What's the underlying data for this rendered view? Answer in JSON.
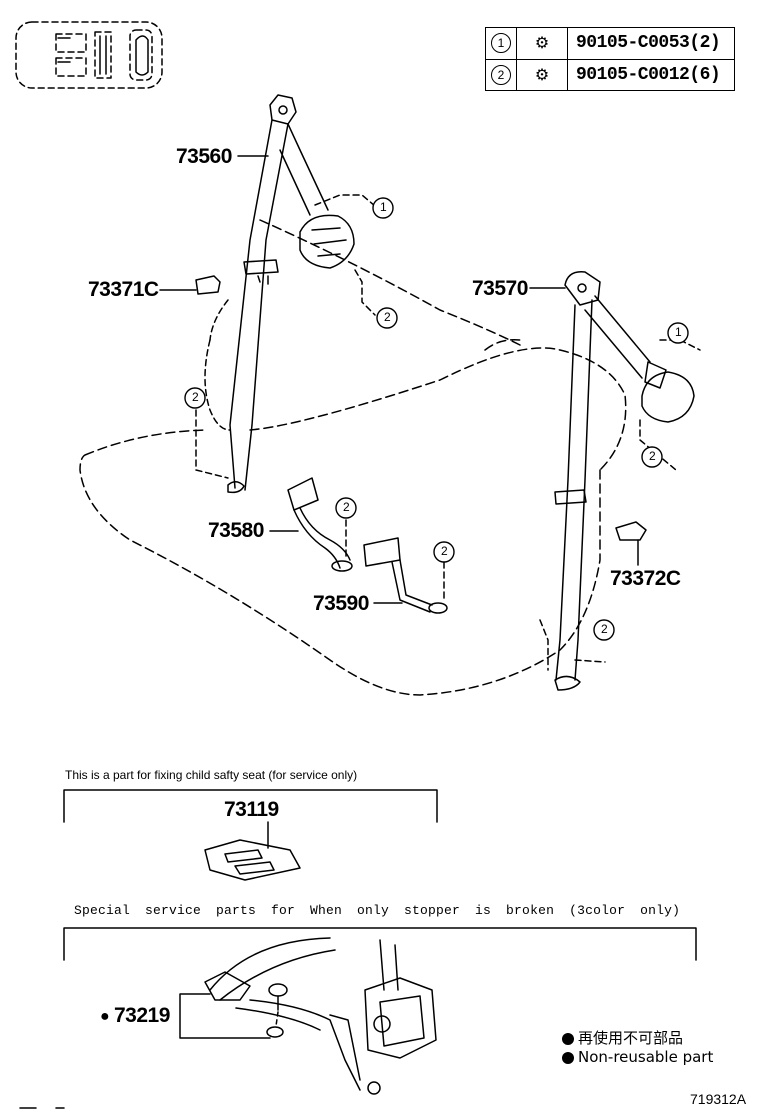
{
  "legend": {
    "rows": [
      {
        "ref": "1",
        "part": "90105-C0053(2)",
        "icon": "bolt-icon"
      },
      {
        "ref": "2",
        "part": "90105-C0012(6)",
        "icon": "bolt-icon"
      }
    ]
  },
  "callouts": {
    "p73560": "73560",
    "p73371c": "73371C",
    "p73570": "73570",
    "p73580": "73580",
    "p73590": "73590",
    "p73372c": "73372C"
  },
  "refs": {
    "one": "1",
    "two": "2"
  },
  "section1": {
    "caption": "This is a part for fixing child safty seat (for service only)",
    "part": "73119"
  },
  "section2": {
    "caption": "Special service parts for When only stopper is broken (3color only)",
    "part": "73219",
    "marker": "●"
  },
  "notes": {
    "jp": "再使用不可部品",
    "en": "Non-reusable part"
  },
  "diagram_id": "719312A"
}
